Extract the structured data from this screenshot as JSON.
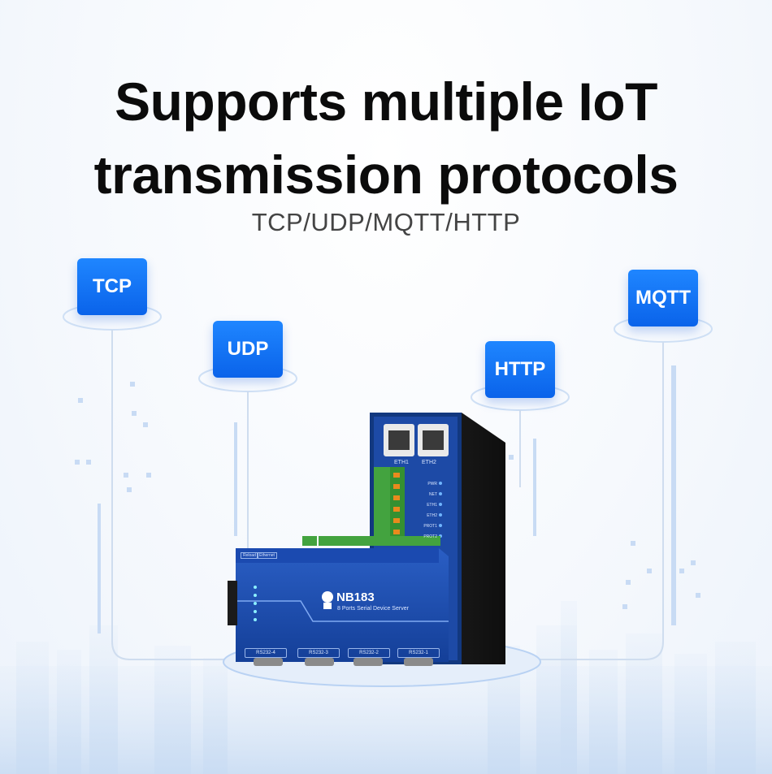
{
  "headline": {
    "line1": "Supports multiple IoT",
    "line2": "transmission protocols"
  },
  "subtitle": "TCP/UDP/MQTT/HTTP",
  "protocols": {
    "tcp": "TCP",
    "udp": "UDP",
    "http": "HTTP",
    "mqtt": "MQTT"
  },
  "device": {
    "model": "NB183",
    "description": "8 Ports Serial Device Server",
    "eth_ports": [
      "ETH1",
      "ETH2"
    ],
    "status_leds": [
      "PWR",
      "NET",
      "ETH1",
      "ETH2",
      "PROT1",
      "PROT2"
    ],
    "serial_ports": [
      "RS232-4",
      "RS232-3",
      "RS232-2",
      "RS232-1"
    ],
    "top_labels": [
      "Reload",
      "Ethernet"
    ]
  },
  "colors": {
    "accent": "#0a63ea",
    "device_blue": "#1747a8",
    "terminal_green": "#43a33f"
  }
}
